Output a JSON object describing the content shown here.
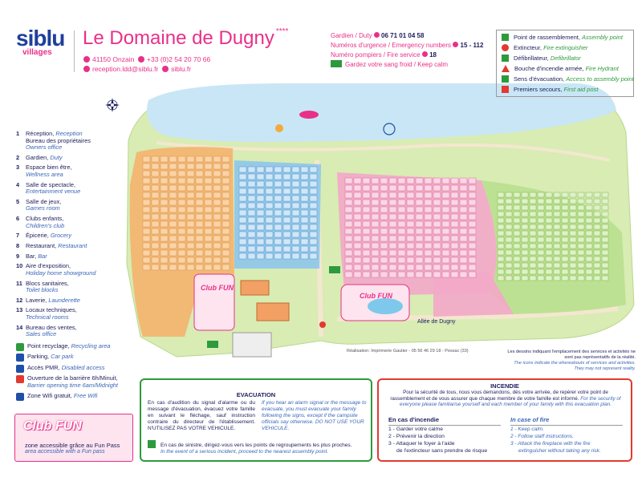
{
  "header": {
    "logo_brand": "siblu",
    "logo_sub": "villages",
    "title": "Le Domaine de Dugny",
    "stars": "****",
    "address": "41150 Onzain",
    "phone": "+33 (0)2 54 20 70 66",
    "email": "reception.ldd@siblu.fr",
    "website": "siblu.fr"
  },
  "emergency": {
    "duty_label": "Gardien / Duty",
    "duty_number": "06 71 01 04 58",
    "urgent_label": "Numéros d'urgence / Emergency numbers",
    "urgent_number": "15 - 112",
    "fire_label": "Numéro pompiers / Fire service",
    "fire_number": "18",
    "calm_label": "Gardez votre sang froid / Keep calm"
  },
  "symbols_legend": [
    {
      "fr": "Point de rassemblement, ",
      "en": "Assembly point",
      "color": "#2d9a3d",
      "icon": "assembly-icon"
    },
    {
      "fr": "Extincteur, ",
      "en": "Fire extinguisher",
      "color": "#e23a30",
      "icon": "extinguisher-icon"
    },
    {
      "fr": "Défibrillateur, ",
      "en": "Defibrillator",
      "color": "#2d9a3d",
      "icon": "defibrillator-icon"
    },
    {
      "fr": "Bouche d'incendie armée, ",
      "en": "Fire Hydrant",
      "color": "#e23a30",
      "icon": "hydrant-icon"
    },
    {
      "fr": "Sens d'évacuation, ",
      "en": "Access to assembly point",
      "color": "#2d9a3d",
      "icon": "arrow-icon"
    },
    {
      "fr": "Premiers secours, ",
      "en": "First aid post",
      "color": "#e23a30",
      "icon": "first-aid-icon"
    }
  ],
  "left_legend": [
    {
      "n": "1",
      "fr": "Réception, ",
      "en": "Reception",
      "fr2": "Bureau des propriétaires",
      "en2": "Owners office"
    },
    {
      "n": "2",
      "fr": "Gardien, ",
      "en": "Duty"
    },
    {
      "n": "3",
      "fr": "Espace bien être,",
      "en2": "Wellness area"
    },
    {
      "n": "4",
      "fr": "Salle de spectacle,",
      "en2": "Entertainment venue"
    },
    {
      "n": "5",
      "fr": "Salle de jeux,",
      "en2": "Games room"
    },
    {
      "n": "6",
      "fr": "Clubs enfants,",
      "en2": "Children's club"
    },
    {
      "n": "7",
      "fr": "Épicerie, ",
      "en": "Grocery"
    },
    {
      "n": "8",
      "fr": "Restaurant, ",
      "en": "Restaurant"
    },
    {
      "n": "9",
      "fr": "Bar, ",
      "en": "Bar"
    },
    {
      "n": "10",
      "fr": "Aire d'exposition,",
      "en2": "Holiday home showground"
    },
    {
      "n": "11",
      "fr": "Blocs sanitaires,",
      "en2": "Toilet blocks"
    },
    {
      "n": "12",
      "fr": "Laverie, ",
      "en": "Launderette"
    },
    {
      "n": "13",
      "fr": "Locaux techniques,",
      "en2": "Technical rooms"
    },
    {
      "n": "14",
      "fr": "Bureau des ventes,",
      "en2": "Sales office"
    }
  ],
  "left_symbols": [
    {
      "fr": "Point recyclage, ",
      "en": "Recycling area",
      "color": "#2d9a3d",
      "icon": "recycling-icon"
    },
    {
      "fr": "Parking, ",
      "en": "Car park",
      "color": "#1f4fa8",
      "icon": "parking-icon"
    },
    {
      "fr": "Accès PMR, ",
      "en": "Disabled access",
      "color": "#1f4fa8",
      "icon": "wheelchair-icon"
    },
    {
      "fr": "Ouverture de la barrière 6h/Minuit,",
      "en": "Barrier opening time 6am/Midnight",
      "color": "#e23a30",
      "icon": "barrier-icon"
    },
    {
      "fr": "Zone Wifi gratuit, ",
      "en": "Free Wifi",
      "color": "#1f4fa8",
      "icon": "wifi-icon"
    }
  ],
  "clubfun": {
    "logo": "Club FUN",
    "fr": "zone accessible grâce au Fun Pass",
    "en": "area accessible with a Fun pass"
  },
  "map": {
    "road_label": "Allée de Dugny",
    "credit": "Réalisation: Imprimerie Gautier - 05 56 46 29 18 - Pessac (33)",
    "clubfun_label": "Club FUN",
    "disclaimer_fr": "Les dessins indiquant l'emplacement des services et activités ne sont pas représentatifs de la réalité.",
    "disclaimer_en": "The icons indicate the whereabouts of services and activities. They may not represent reality.",
    "colors": {
      "lake": "#c9e6f6",
      "grass": "#d8ecb4",
      "orange": "#f7b06a",
      "blue": "#8ec6ec",
      "pink": "#f3a9c8",
      "green": "#b9e08e",
      "road": "#f4e7cf"
    }
  },
  "evacuation": {
    "title": "EVACUATION",
    "fr": "En cas d'audition du signal d'alarme ou du message d'évacuation, évacuez votre famille en suivant le fléchage, sauf instruction contraire du directeur de l'établissement. N'UTILISEZ PAS VOTRE VEHICULE.",
    "en": "If you hear an alarm signal or the message to evacuate, you must evacuate your family following the signs, except if the campsite officials say otherwise. DO NOT USE YOUR VEHICULE.",
    "foot_fr": "En cas de sinistre, dirigez-vous vers les points de regroupements les plus proches.",
    "foot_en": "In the event of a serious incident, proceed to the nearest assembly point."
  },
  "incendie": {
    "title": "INCENDIE",
    "intro_fr": "Pour la sécurité de tous, nous vous demandons, dès votre arrivée, de repérer votre point de rassemblement et de vous assurer que chaque membre de votre famille est informé.",
    "intro_en": "For the security of everyone please familiarise yourself and each member of your family with this evacuation plan.",
    "head_fr": "En cas d'incendie",
    "head_en": "In case of fire",
    "steps_fr": [
      "1 - Garder votre calme",
      "2 - Prévenir la direction",
      "3 - Attaquer le foyer à l'aide",
      "de l'extincteur sans prendre de risque"
    ],
    "steps_en": [
      "1 - Keep calm.",
      "2 - Follow staff instructions.",
      "3 - Attack the fireplace with the fire",
      "extinguisher without taking any risk."
    ]
  }
}
